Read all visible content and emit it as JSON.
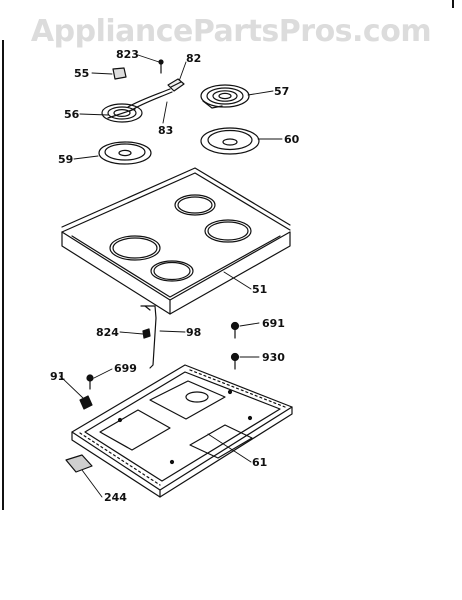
{
  "watermark": "AppliancePartsPros.com",
  "parts": [
    {
      "id": "p823",
      "label": "823"
    },
    {
      "id": "p82",
      "label": "82"
    },
    {
      "id": "p55",
      "label": "55"
    },
    {
      "id": "p57",
      "label": "57"
    },
    {
      "id": "p56",
      "label": "56"
    },
    {
      "id": "p83",
      "label": "83"
    },
    {
      "id": "p60",
      "label": "60"
    },
    {
      "id": "p59",
      "label": "59"
    },
    {
      "id": "p51",
      "label": "51"
    },
    {
      "id": "p824",
      "label": "824"
    },
    {
      "id": "p98",
      "label": "98"
    },
    {
      "id": "p691",
      "label": "691"
    },
    {
      "id": "p930",
      "label": "930"
    },
    {
      "id": "p91",
      "label": "91"
    },
    {
      "id": "p699",
      "label": "699"
    },
    {
      "id": "p61",
      "label": "61"
    },
    {
      "id": "p244",
      "label": "244"
    }
  ]
}
